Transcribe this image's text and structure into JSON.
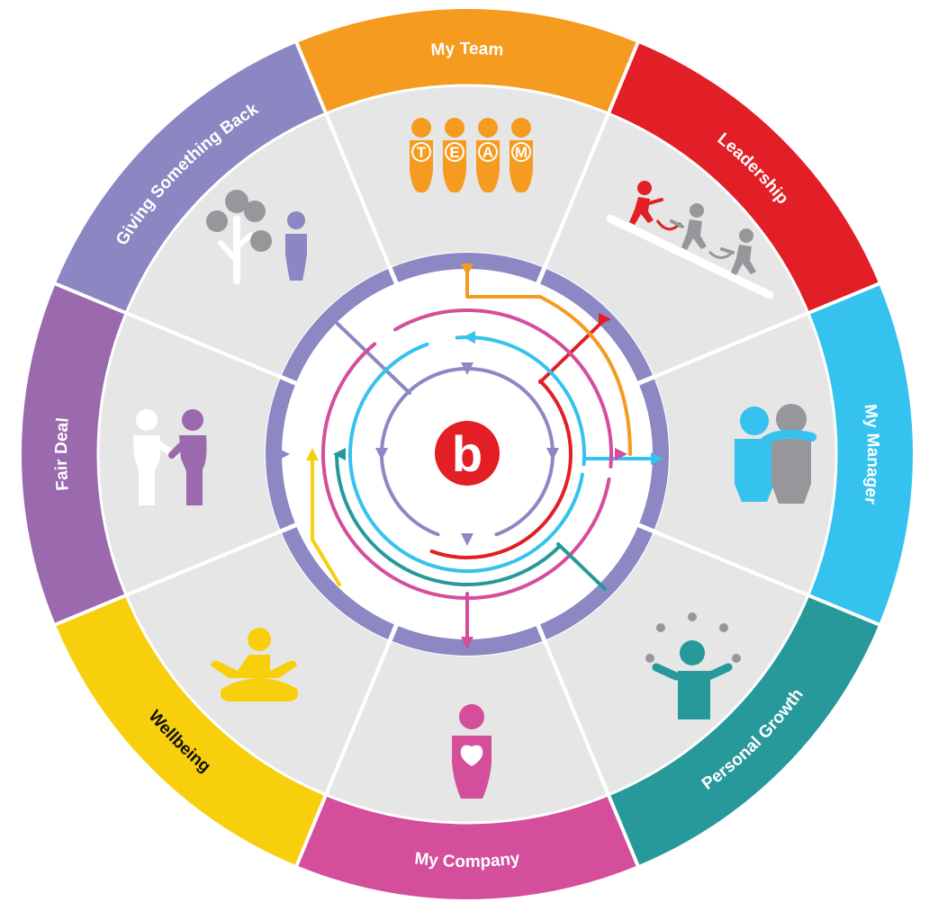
{
  "colors": {
    "ring_gray": "#e6e6e6",
    "divider": "#ffffff",
    "hub_ring": "#8c88c3",
    "logo_red": "#e31e24",
    "icon_gray": "#97979b"
  },
  "segments": [
    {
      "id": "my-team",
      "label": "My Team",
      "color": "#f59b1f",
      "text_color": "#ffffff",
      "icon": "team-icon"
    },
    {
      "id": "leadership",
      "label": "Leadership",
      "color": "#e21e26",
      "text_color": "#ffffff",
      "icon": "leadership-icon"
    },
    {
      "id": "my-manager",
      "label": "My Manager",
      "color": "#35c2ee",
      "text_color": "#ffffff",
      "icon": "manager-icon"
    },
    {
      "id": "personal-growth",
      "label": "Personal Growth",
      "color": "#27999b",
      "text_color": "#ffffff",
      "icon": "juggling-person-icon"
    },
    {
      "id": "my-company",
      "label": "My Company",
      "color": "#d44e9c",
      "text_color": "#ffffff",
      "icon": "heart-person-icon"
    },
    {
      "id": "wellbeing",
      "label": "Wellbeing",
      "color": "#f8cf0c",
      "text_color": "#111111",
      "icon": "meditation-icon"
    },
    {
      "id": "fair-deal",
      "label": "Fair Deal",
      "color": "#9b69ae",
      "text_color": "#ffffff",
      "icon": "handshake-icon"
    },
    {
      "id": "giving-something-back",
      "label": "Giving Something Back",
      "color": "#8a87c2",
      "text_color": "#ffffff",
      "icon": "tree-person-icon"
    }
  ],
  "team_letters": [
    "T",
    "E",
    "A",
    "M"
  ],
  "logo": {
    "letter": "b"
  }
}
